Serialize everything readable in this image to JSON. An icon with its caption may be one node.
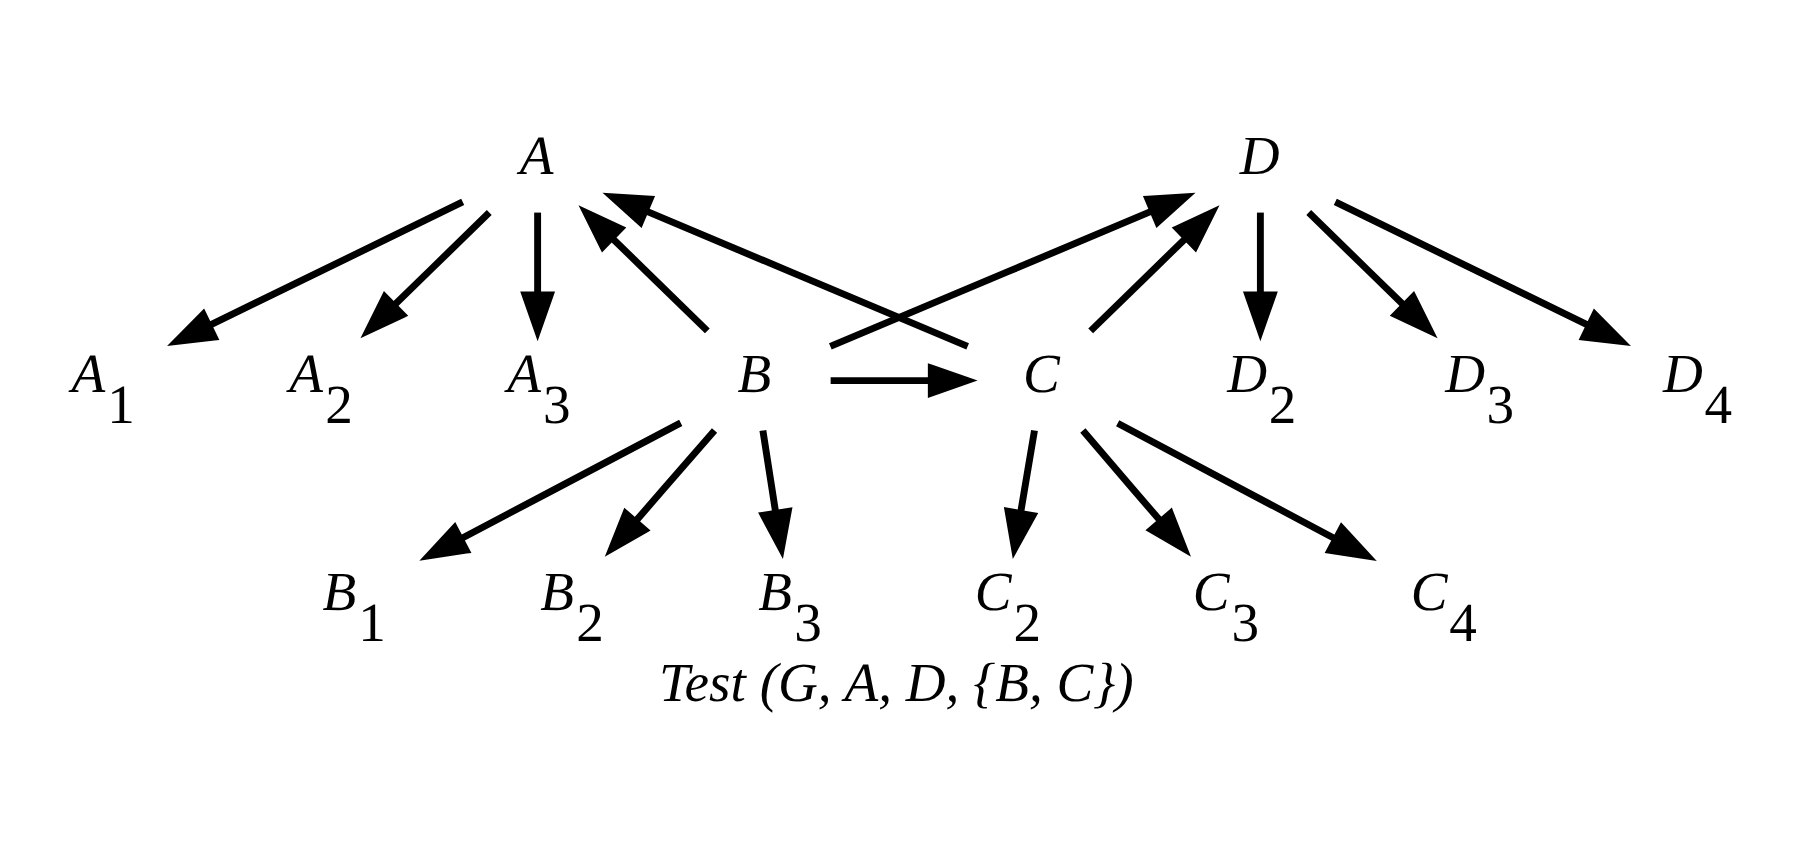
{
  "diagram": {
    "caption": "Test (G, A, D, {B, C})",
    "nodes": [
      {
        "text": [
          "A"
        ]
      },
      {
        "text": [
          "A$_{1}$"
        ]
      },
      {
        "text": [
          "A$_{2}$"
        ]
      },
      {
        "text": [
          "A$_{3}$"
        ]
      },
      {
        "text": [
          "D"
        ]
      },
      {
        "text": [
          "D$_{2}$"
        ]
      },
      {
        "text": [
          "D$_{3}$"
        ]
      },
      {
        "text": [
          "D$_{4}$"
        ]
      },
      {
        "text": [
          "B"
        ]
      },
      {
        "text": [
          "C"
        ]
      },
      {
        "text": [
          "B$_{1}$"
        ]
      },
      {
        "text": [
          "B$_{2}$"
        ]
      },
      {
        "text": [
          "B$_{3}$"
        ]
      },
      {
        "text": [
          "C$_{2}$"
        ]
      },
      {
        "text": [
          "C$_{3}$"
        ]
      },
      {
        "text": [
          "C$_{4}$"
        ]
      }
    ],
    "edges": [
      {
        "from": 0,
        "to": 1,
        "arrow": "to"
      },
      {
        "from": 0,
        "to": 2,
        "arrow": "to"
      },
      {
        "from": 0,
        "to": 3,
        "arrow": "to"
      },
      {
        "from": 8,
        "to": 0,
        "arrow": "to"
      },
      {
        "from": 9,
        "to": 0,
        "arrow": "to"
      },
      {
        "from": 8,
        "to": 4,
        "arrow": "to"
      },
      {
        "from": 9,
        "to": 4,
        "arrow": "to"
      },
      {
        "from": 4,
        "to": 5,
        "arrow": "to"
      },
      {
        "from": 4,
        "to": 6,
        "arrow": "to"
      },
      {
        "from": 4,
        "to": 7,
        "arrow": "to"
      },
      {
        "from": 8,
        "to": 9,
        "arrow": "to"
      },
      {
        "from": 8,
        "to": 10,
        "arrow": "to"
      },
      {
        "from": 8,
        "to": 11,
        "arrow": "to"
      },
      {
        "from": 8,
        "to": 12,
        "arrow": "to"
      },
      {
        "from": 9,
        "to": 13,
        "arrow": "to"
      },
      {
        "from": 9,
        "to": 14,
        "arrow": "to"
      },
      {
        "from": 9,
        "to": 15,
        "arrow": "to"
      }
    ]
  }
}
